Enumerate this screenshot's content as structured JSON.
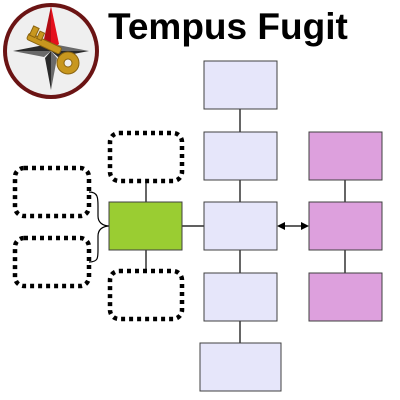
{
  "header": {
    "title": "Tempus Fugit"
  },
  "logo": {
    "icon": "compass-rose-with-key-icon",
    "colors": {
      "star_red": "#e4101c",
      "star_grey": "#7a7a7a",
      "star_dark": "#2a2a2a",
      "key_gold": "#c8971e",
      "rim": "#6b1414"
    }
  },
  "diagram": {
    "colors": {
      "blue_box_fill": "#e6e6fa",
      "blue_box_stroke": "#404040",
      "green_box_fill": "#9acd32",
      "pink_box_fill": "#dda0dd",
      "dotted_stroke": "#000000",
      "connector": "#000000"
    },
    "main_column_boxes": 5,
    "pink_column_boxes": 3,
    "dotted_placeholders": 4
  }
}
